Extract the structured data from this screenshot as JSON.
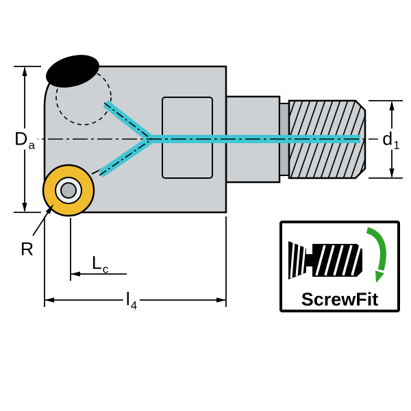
{
  "diagram": {
    "dimension_labels": {
      "da": {
        "main": "D",
        "sub": "a"
      },
      "d1": {
        "main": "d",
        "sub": "1"
      },
      "r": {
        "main": "R",
        "sub": ""
      },
      "lc": {
        "main": "L",
        "sub": "c"
      },
      "l4": {
        "main": "l",
        "sub": "4"
      }
    },
    "badge": {
      "label": "ScrewFit"
    },
    "icons": {
      "connection_symbol": "screwfit-connection-icon",
      "rotation_arrow": "green-rotation-arrow-icon"
    },
    "colors": {
      "coolant": "#3fc6d4",
      "insert": "#f0bc2e",
      "insert-ring": "#eceff0",
      "insert-screw": "#b4b8bb",
      "body": "#cdd1d4",
      "body-dark": "#b5b9bd",
      "arrow-green": "#2ea32a",
      "outline": "#000000"
    }
  }
}
